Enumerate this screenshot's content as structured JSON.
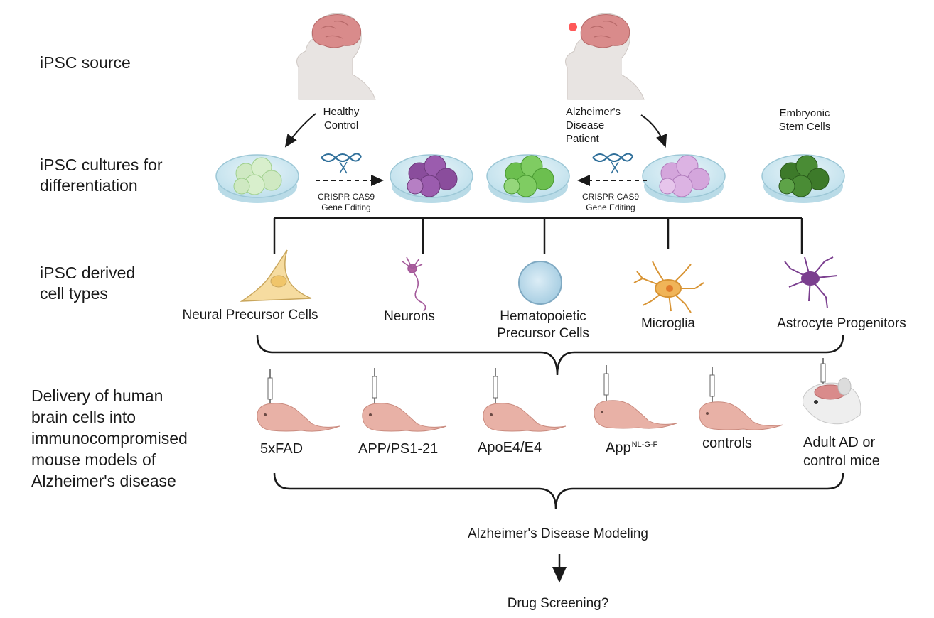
{
  "rows": {
    "source": [
      "iPSC source"
    ],
    "cultures": [
      "iPSC cultures for",
      "differentiation"
    ],
    "derived": [
      "iPSC derived",
      "cell types"
    ],
    "delivery": [
      "Delivery of human",
      "brain cells into",
      "immunocompromised",
      "mouse models of",
      "Alzheimer's disease"
    ]
  },
  "sources": {
    "healthy": [
      "Healthy",
      "Control"
    ],
    "patient": [
      "Alzheimer's",
      "Disease",
      "Patient"
    ],
    "embryonic": [
      "Embryonic",
      "Stem Cells"
    ]
  },
  "crispr": {
    "left": [
      "CRISPR CAS9",
      "Gene Editing"
    ],
    "right": [
      "CRISPR CAS9",
      "Gene Editing"
    ]
  },
  "cell_types": {
    "npc": [
      "Neural Precursor Cells"
    ],
    "neurons": [
      "Neurons"
    ],
    "hpc": [
      "Hematopoietic",
      "Precursor Cells"
    ],
    "microglia": [
      "Microglia"
    ],
    "astro": [
      "Astrocyte Progenitors"
    ]
  },
  "mouse_models": {
    "m1": "5xFAD",
    "m2": "APP/PS1-21",
    "m3": "ApoE4/E4",
    "m4_base": "App",
    "m4_sup": "NL-G-F",
    "m5": "controls",
    "m6": [
      "Adult AD or",
      "control mice"
    ]
  },
  "outcomes": {
    "modeling": "Alzheimer's Disease Modeling",
    "screening": "Drug Screening?"
  },
  "colors": {
    "healthy_cells": "#cfe9c2",
    "edited_purple": "#8a4d9c",
    "green_cells": "#6cbf4f",
    "patient_cells": "#d4a6dc",
    "esc_cells": "#3d7a2a",
    "npc": "#f6dca0",
    "microglia": "#e8a43b",
    "astro": "#7b3f8f",
    "hpc": "#bcdcec",
    "mouse": "#e8b1a6",
    "brain": "#d98b8b",
    "skin": "#e8e4e2",
    "petri": "#cfe7f0"
  }
}
